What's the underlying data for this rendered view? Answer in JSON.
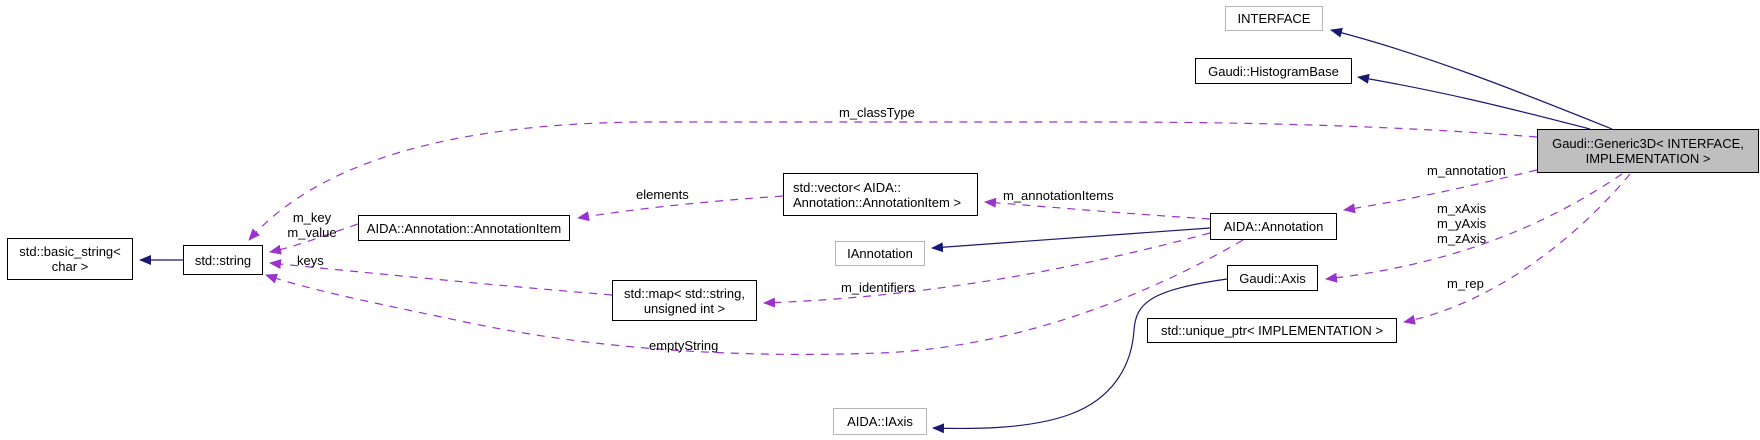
{
  "diagram": {
    "type": "doxygen-collaboration-graph",
    "main_class": "Gaudi::Generic3D< INTERFACE, IMPLEMENTATION >"
  },
  "colors": {
    "inheritance_edge": "#191970",
    "usage_edge": "#9a32cd",
    "main_node_fill": "#bfbfbf",
    "node_border": "#000000",
    "external_node_border": "#b4b4b4",
    "background": "#ffffff"
  },
  "nodes": {
    "interface": {
      "label": "INTERFACE"
    },
    "histogram_base": {
      "label": "Gaudi::HistogramBase"
    },
    "generic3d": {
      "line1": "Gaudi::Generic3D< INTERFACE,",
      "line2": "IMPLEMENTATION >"
    },
    "basic_string": {
      "line1": "std::basic_string<",
      "line2": "char >"
    },
    "std_string": {
      "label": "std::string"
    },
    "annotation_item": {
      "label": "AIDA::Annotation::AnnotationItem"
    },
    "vector_annotation_item": {
      "line1": "std::vector< AIDA::",
      "line2": "Annotation::AnnotationItem >"
    },
    "iannotation": {
      "label": "IAnnotation"
    },
    "aida_annotation": {
      "label": "AIDA::Annotation"
    },
    "gaudi_axis": {
      "label": "Gaudi::Axis"
    },
    "std_map": {
      "line1": "std::map< std::string,",
      "line2": "unsigned int >"
    },
    "unique_ptr": {
      "label": "std::unique_ptr< IMPLEMENTATION >"
    },
    "aida_iaxis": {
      "label": "AIDA::IAxis"
    }
  },
  "edge_labels": {
    "m_classType": "m_classType",
    "m_annotation": "m_annotation",
    "m_xAxis": "m_xAxis",
    "m_yAxis": "m_yAxis",
    "m_zAxis": "m_zAxis",
    "m_rep": "m_rep",
    "m_annotationItems": "m_annotationItems",
    "m_identifiers": "m_identifiers",
    "elements": "elements",
    "m_key": "m_key",
    "m_value": "m_value",
    "keys": "keys",
    "emptyString": "emptyString"
  },
  "edges": [
    {
      "from": "Gaudi::Generic3D< INTERFACE, IMPLEMENTATION >",
      "to": "INTERFACE",
      "kind": "inheritance",
      "label": ""
    },
    {
      "from": "Gaudi::Generic3D< INTERFACE, IMPLEMENTATION >",
      "to": "Gaudi::HistogramBase",
      "kind": "inheritance",
      "label": ""
    },
    {
      "from": "Gaudi::Generic3D< INTERFACE, IMPLEMENTATION >",
      "to": "std::string",
      "kind": "usage",
      "label": "m_classType"
    },
    {
      "from": "Gaudi::Generic3D< INTERFACE, IMPLEMENTATION >",
      "to": "AIDA::Annotation",
      "kind": "usage",
      "label": "m_annotation"
    },
    {
      "from": "Gaudi::Generic3D< INTERFACE, IMPLEMENTATION >",
      "to": "Gaudi::Axis",
      "kind": "usage",
      "label": "m_xAxis m_yAxis m_zAxis"
    },
    {
      "from": "Gaudi::Generic3D< INTERFACE, IMPLEMENTATION >",
      "to": "std::unique_ptr< IMPLEMENTATION >",
      "kind": "usage",
      "label": "m_rep"
    },
    {
      "from": "AIDA::Annotation",
      "to": "IAnnotation",
      "kind": "inheritance",
      "label": ""
    },
    {
      "from": "AIDA::Annotation",
      "to": "std::vector< AIDA::Annotation::AnnotationItem >",
      "kind": "usage",
      "label": "m_annotationItems"
    },
    {
      "from": "AIDA::Annotation",
      "to": "std::map< std::string, unsigned int >",
      "kind": "usage",
      "label": "m_identifiers"
    },
    {
      "from": "AIDA::Annotation",
      "to": "std::string",
      "kind": "usage",
      "label": "emptyString"
    },
    {
      "from": "std::vector< AIDA::Annotation::AnnotationItem >",
      "to": "AIDA::Annotation::AnnotationItem",
      "kind": "usage",
      "label": "elements"
    },
    {
      "from": "AIDA::Annotation::AnnotationItem",
      "to": "std::string",
      "kind": "usage",
      "label": "m_key m_value"
    },
    {
      "from": "std::map< std::string, unsigned int >",
      "to": "std::string",
      "kind": "usage",
      "label": "keys"
    },
    {
      "from": "std::string",
      "to": "std::basic_string< char >",
      "kind": "inheritance",
      "label": ""
    },
    {
      "from": "Gaudi::Axis",
      "to": "AIDA::IAxis",
      "kind": "inheritance",
      "label": ""
    }
  ]
}
